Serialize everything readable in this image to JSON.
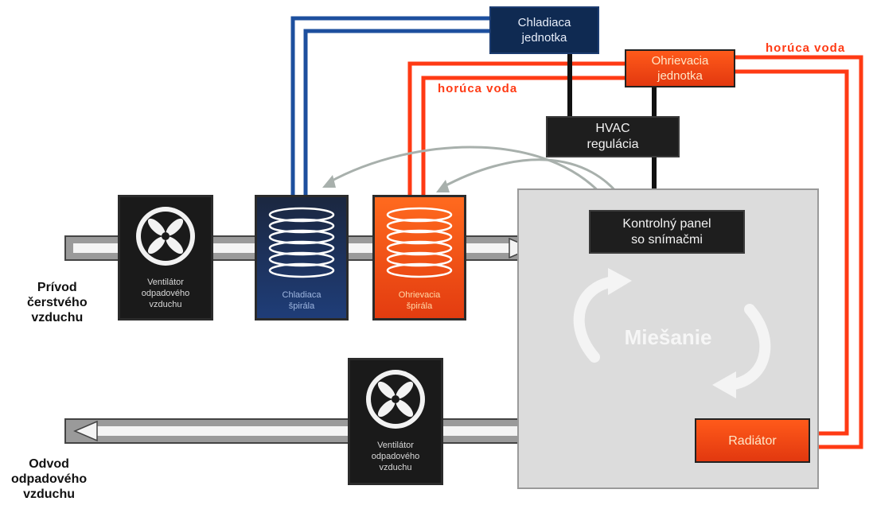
{
  "labels": {
    "cooling_unit": "Chladiaca\njednotka",
    "heating_unit": "Ohrievacia\njednotka",
    "hvac_control": "HVAC\nregulácia",
    "control_panel": "Kontrolný panel\nso snímačmi",
    "mixer": "Miešanie",
    "radiator": "Radiátor",
    "hot_water_left": "horúca voda",
    "hot_water_right": "horúca voda",
    "supply_fan": "Ventilátor\nodpadového\nvzduchu",
    "cooling_coil": "Chladiaca\nšpirála",
    "heating_coil": "Ohrievacia\nšpirála",
    "exhaust_fan": "Ventilátor\nodpadového\nvzduchu",
    "fresh_air_inlet": "Prívod\nčerstvého\nvzduchu",
    "exhaust_outlet": "Odvod\nodpadového\nvzduchu"
  },
  "colors": {
    "hot_pipe": "#ff3a14",
    "cold_pipe": "#1d4f9e",
    "duct": "#8f8f8f",
    "sensor_link": "#a8b0ac"
  }
}
